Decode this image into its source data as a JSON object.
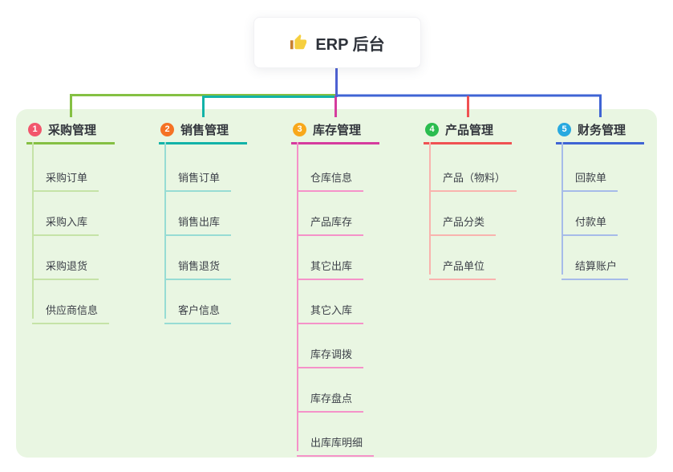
{
  "root": {
    "label": "ERP 后台",
    "icon": "thumbs-up-icon",
    "stem_color": "#4e61d2"
  },
  "panel_color": "#e9f6e2",
  "branches": [
    {
      "badge": "1",
      "label": "采购管理",
      "badge_color": "#f2566c",
      "line_color": "#85c043",
      "item_line_color": "#c5e3a7",
      "items": [
        "采购订单",
        "采购入库",
        "采购退货",
        "供应商信息"
      ]
    },
    {
      "badge": "2",
      "label": "销售管理",
      "badge_color": "#f57224",
      "line_color": "#12b3a8",
      "item_line_color": "#97dcd4",
      "items": [
        "销售订单",
        "销售出库",
        "销售退货",
        "客户信息"
      ]
    },
    {
      "badge": "3",
      "label": "库存管理",
      "badge_color": "#f8a81b",
      "line_color": "#d53c9e",
      "item_line_color": "#f592c9",
      "items": [
        "仓库信息",
        "产品库存",
        "其它出库",
        "其它入库",
        "库存调拨",
        "库存盘点",
        "出库库明细"
      ]
    },
    {
      "badge": "4",
      "label": "产品管理",
      "badge_color": "#2bbd4f",
      "line_color": "#f05152",
      "item_line_color": "#f9b3ae",
      "items": [
        "产品（物料）",
        "产品分类",
        "产品单位"
      ]
    },
    {
      "badge": "5",
      "label": "财务管理",
      "badge_color": "#28a9e0",
      "line_color": "#3f64d4",
      "item_line_color": "#a6bbe9",
      "items": [
        "回款单",
        "付款单",
        "结算账户"
      ]
    }
  ]
}
